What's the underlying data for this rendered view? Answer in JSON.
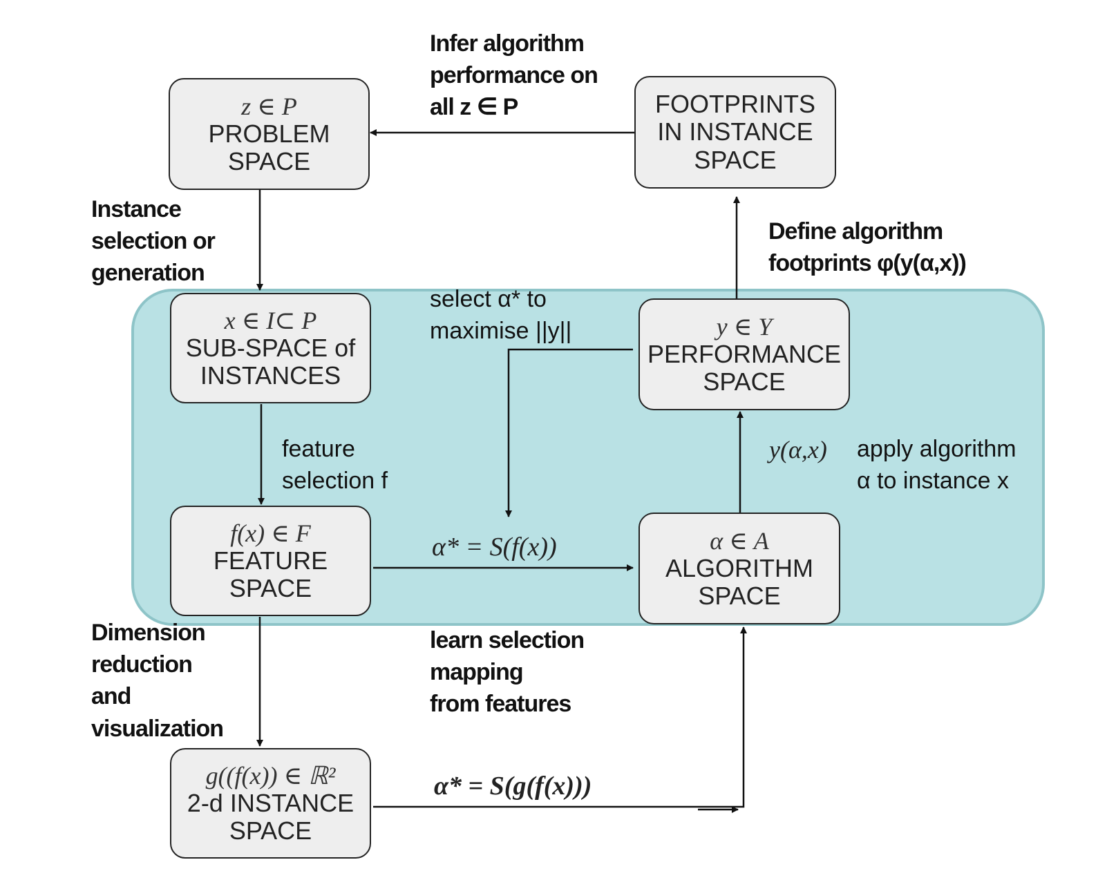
{
  "boxes": {
    "problem": {
      "math": "z ∈ P",
      "lines": [
        "PROBLEM",
        "SPACE"
      ]
    },
    "footprints": {
      "lines": [
        "FOOTPRINTS",
        "IN INSTANCE",
        "SPACE"
      ]
    },
    "subspace": {
      "math": "x ∈ I⊂ P",
      "lines": [
        "SUB-SPACE of",
        "INSTANCES"
      ]
    },
    "performance": {
      "math": "y ∈ Y",
      "lines": [
        "PERFORMANCE",
        "SPACE"
      ]
    },
    "feature": {
      "math": "f(x) ∈ F",
      "lines": [
        "FEATURE",
        "SPACE"
      ]
    },
    "algorithm": {
      "math": "α ∈ A",
      "lines": [
        "ALGORITHM",
        "SPACE"
      ]
    },
    "instance2d": {
      "math": "g((f(x)) ∈ ℝ²",
      "lines": [
        "2-d INSTANCE",
        "SPACE"
      ]
    }
  },
  "labels": {
    "infer": "Infer algorithm\nperformance on\nall z ∈ P",
    "instance_selection": "Instance\nselection or\ngeneration",
    "define_footprints": "Define algorithm\nfootprints φ(y(α,x))",
    "select_alpha": "select α* to\nmaximise ||y||",
    "feature_selection": "feature\nselection f",
    "apply_algorithm_math": "y(α,x)",
    "apply_algorithm": "apply algorithm\nα to instance x",
    "mapping_eq": "α* = S(f(x))",
    "dimension_reduction": "Dimension\nreduction\nand\nvisualization",
    "learn_mapping": "learn selection\nmapping\nfrom features",
    "mapping_eq_2d": "α* = S(g(f(x)))"
  },
  "colors": {
    "region_fill": "#b9e1e4",
    "box_fill": "#eeeeee",
    "line": "#111111"
  }
}
